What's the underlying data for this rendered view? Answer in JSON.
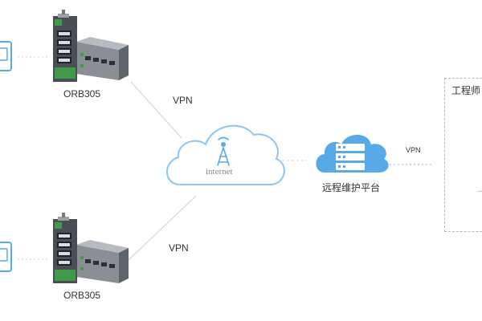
{
  "devices": {
    "top": {
      "label": "ORB305"
    },
    "bottom": {
      "label": "ORB305"
    }
  },
  "links": {
    "vpn_top": "VPN",
    "vpn_bottom": "VPN",
    "vpn_right": "VPN"
  },
  "cloud": {
    "label": "internet",
    "icon": "antenna-tower-icon"
  },
  "platform": {
    "label": "远程维护平台",
    "icon": "server-stack-icon"
  },
  "engineer_panel": {
    "title": "工程师"
  },
  "colors": {
    "accent": "#58a9e8",
    "cloud_stroke": "#8cc7f2",
    "device_green": "#3f9a4a",
    "line_gray": "#cfcfcf"
  }
}
